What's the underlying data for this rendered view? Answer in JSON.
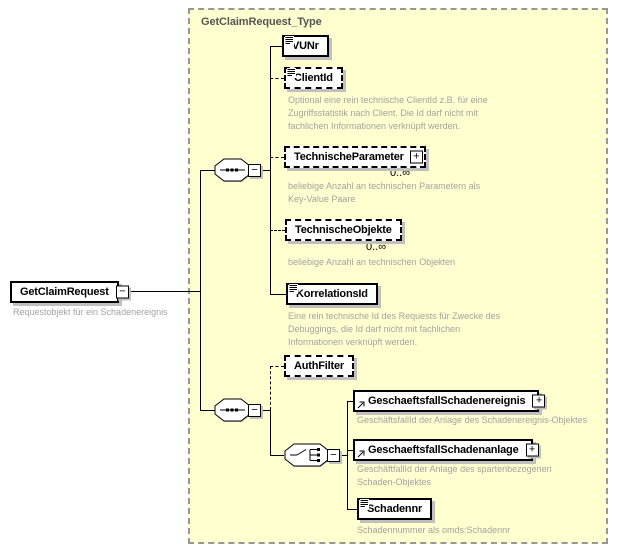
{
  "container": {
    "title": "GetClaimRequest_Type"
  },
  "root": {
    "label": "GetClaimRequest",
    "annotation": "Requestobjekt für ein Schadenereignis"
  },
  "sequence1": {
    "items": [
      {
        "label": "VUNr"
      },
      {
        "label": "ClientId",
        "annotation": "Optional eine rein technische ClientId z.B. für eine\nZugriffsstatistik nach Client. Die Id darf nicht mit\nfachlichen Informationen verknüpft werden."
      },
      {
        "label": "TechnischeParameter",
        "cardinality": "0..∞",
        "annotation": "beliebige Anzahl an technischen Parametern als\nKey-Value Paare"
      },
      {
        "label": "TechnischeObjekte",
        "cardinality": "0..∞",
        "annotation": "beliebige Anzahl an technischen Objekten"
      },
      {
        "label": "KorrelationsId",
        "annotation": "Eine rein technische Id des Requests für Zwecke des\nDebuggings, die Id darf nicht mit fachlichen\nInformationen verknüpft werden."
      }
    ]
  },
  "sequence2": {
    "items": [
      {
        "label": "AuthFilter"
      }
    ]
  },
  "choice": {
    "items": [
      {
        "label": "GeschaeftsfallSchadenereignis",
        "annotation": "GeschäftsfallId der Anlage des Schadenereignis-Objektes"
      },
      {
        "label": "GeschaeftsfallSchadenanlage",
        "annotation": "GeschäftfallId der Anlage des spartenbezogenen\nSchaden-Objektes"
      },
      {
        "label": "Schadennr",
        "annotation": "Schadennummer als omds:Schadennr"
      }
    ]
  },
  "symbols": {
    "plus": "+",
    "minus": "−"
  }
}
